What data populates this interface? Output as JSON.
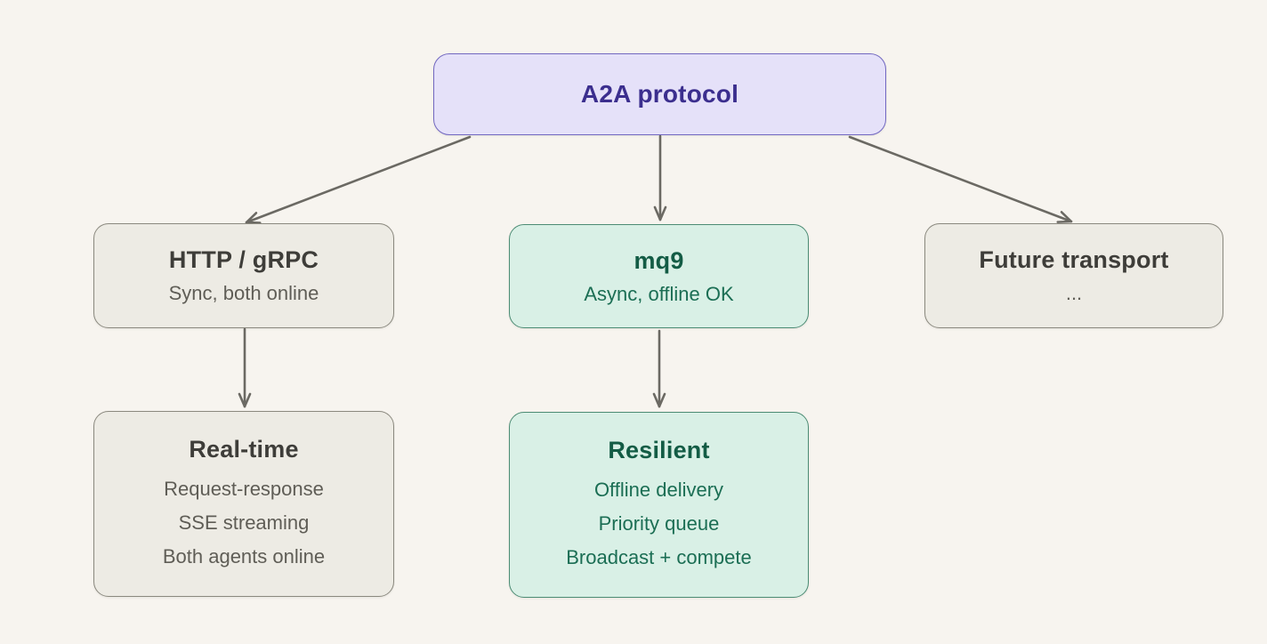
{
  "palette": {
    "background": "#f7f4ef",
    "arrow": "#6b6963",
    "root_fill": "#e5e1f9",
    "root_border": "#7268c1",
    "root_text": "#3b2e8e",
    "neutral_fill": "#edebe4",
    "neutral_border": "#8b897f",
    "neutral_title": "#3e3d39",
    "neutral_text": "#5f5d56",
    "green_fill": "#d9f0e6",
    "green_border": "#4c8c74",
    "green_title": "#135c45",
    "green_text": "#1b6e54"
  },
  "root": {
    "label": "A2A protocol"
  },
  "transports": [
    {
      "id": "http-grpc",
      "title": "HTTP / gRPC",
      "subtitle": "Sync, both online",
      "variant": "neutral"
    },
    {
      "id": "mq9",
      "title": "mq9",
      "subtitle": "Async, offline OK",
      "variant": "green"
    },
    {
      "id": "future-transport",
      "title": "Future transport",
      "subtitle": "...",
      "variant": "neutral"
    }
  ],
  "details": [
    {
      "id": "real-time",
      "title": "Real-time",
      "variant": "neutral",
      "items": [
        "Request-response",
        "SSE streaming",
        "Both agents online"
      ]
    },
    {
      "id": "resilient",
      "title": "Resilient",
      "variant": "green",
      "items": [
        "Offline delivery",
        "Priority queue",
        "Broadcast + compete"
      ]
    }
  ],
  "edges": [
    {
      "from": "a2a-protocol",
      "to": "http-grpc"
    },
    {
      "from": "a2a-protocol",
      "to": "mq9"
    },
    {
      "from": "a2a-protocol",
      "to": "future-transport"
    },
    {
      "from": "http-grpc",
      "to": "real-time"
    },
    {
      "from": "mq9",
      "to": "resilient"
    }
  ]
}
